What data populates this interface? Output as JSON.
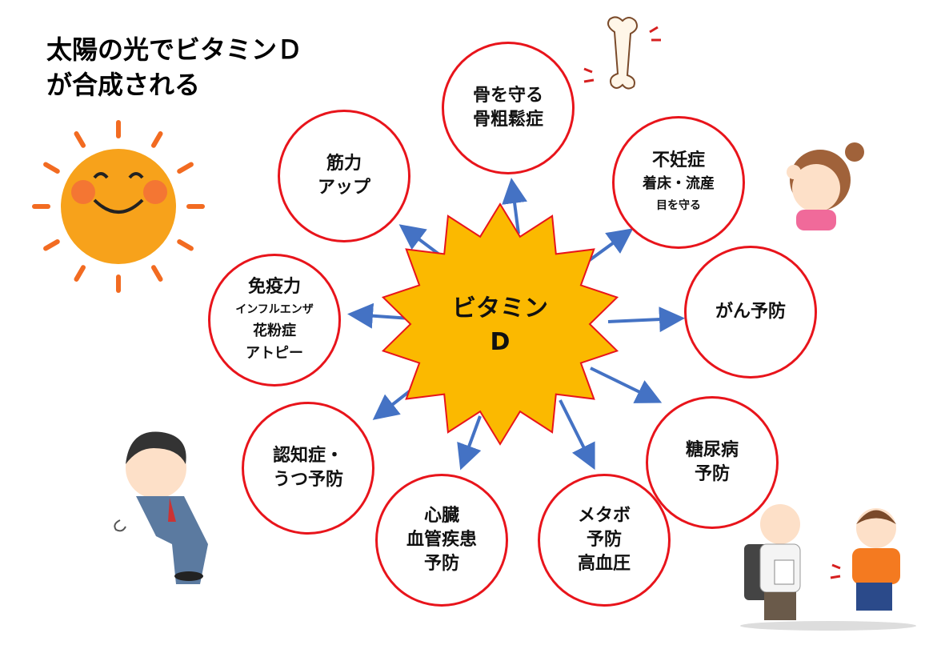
{
  "title": {
    "line1": "太陽の光でビタミンＤ",
    "line2": "が合成される"
  },
  "center": {
    "line1": "ビタミン",
    "line2": "D"
  },
  "colors": {
    "circle_border": "#e8141b",
    "star_fill": "#fbb900",
    "star_border": "#e8141b",
    "arrow": "#4472c4",
    "sun": "#f7a21b"
  },
  "effects": {
    "bone": {
      "line1": "骨を守る",
      "line2": "骨粗鬆症"
    },
    "fertility": {
      "line1": "不妊症",
      "line2": "着床・流産",
      "line3": "目を守る"
    },
    "cancer": {
      "line1": "がん予防"
    },
    "diabetes": {
      "line1": "糖尿病",
      "line2": "予防"
    },
    "metabolic": {
      "line1": "メタボ",
      "line2": "予防",
      "line3": "高血圧"
    },
    "heart": {
      "line1": "心臓",
      "line2": "血管疾患",
      "line3": "予防"
    },
    "dementia": {
      "line1": "認知症・",
      "line2": "うつ予防"
    },
    "immunity": {
      "line1": "免疫力",
      "line2": "インフルエンザ",
      "line3": "花粉症",
      "line4": "アトピー"
    },
    "muscle": {
      "line1": "筋力",
      "line2": "アップ"
    }
  }
}
